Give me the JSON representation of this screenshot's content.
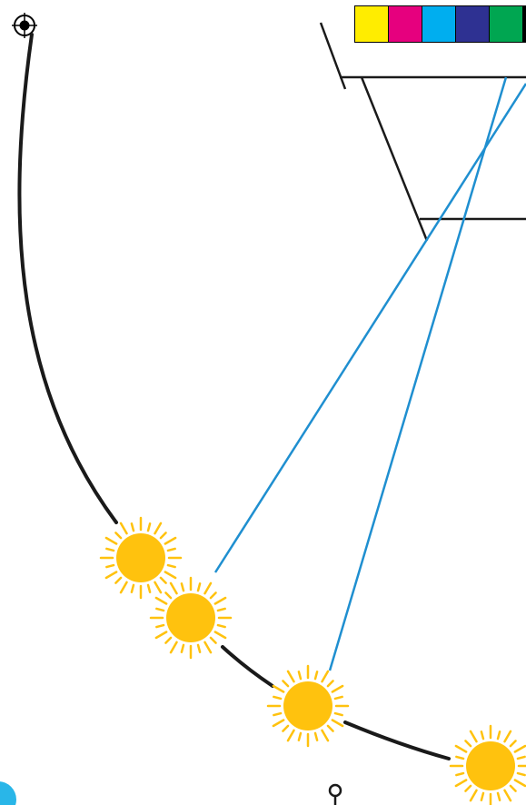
{
  "figure": {
    "description_text": "",
    "colors": {
      "arc": "#1a1a1a",
      "ray": "#1f8fd0",
      "sun": "#ffc20e",
      "registration_mark": "#000000",
      "corner_disc": "#29b6e8"
    },
    "color_bar": {
      "swatches": [
        "#ffed00",
        "#e6007e",
        "#00aeef",
        "#2e3192",
        "#00a651"
      ]
    },
    "suns": [
      {
        "name": "sun-1"
      },
      {
        "name": "sun-2"
      },
      {
        "name": "sun-3"
      },
      {
        "name": "sun-4"
      }
    ],
    "icons": [
      "registration-mark-icon",
      "sun-icon",
      "pin-icon"
    ]
  }
}
